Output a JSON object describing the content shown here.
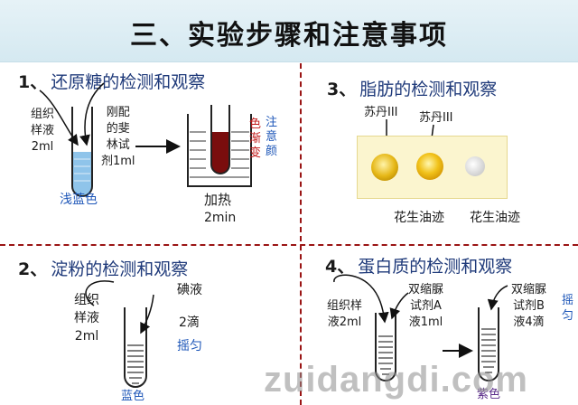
{
  "header": {
    "title": "三、实验步骤和注意事项"
  },
  "sections": [
    {
      "number": "1、",
      "title": "还原糖的检测和观察",
      "labels": {
        "tissue_sample": "组织\n样液\n2ml",
        "fehling_reagent": "刚配\n的斐\n林试\n剂1ml",
        "shallow_blue": "浅蓝色",
        "heating": "加热",
        "heating_time": "2min",
        "color_change_note_a": "注\n意\n颜",
        "color_change_note_b": "色\n渐\n变"
      }
    },
    {
      "number": "2、",
      "title": "淀粉的检测和观察",
      "labels": {
        "tissue_sample": "组织\n样液\n2ml",
        "iodine": "碘液",
        "drops": "2滴",
        "shake": "摇匀",
        "blue": "蓝色"
      }
    },
    {
      "number": "3、",
      "title": "脂肪的检测和观察",
      "labels": {
        "sudan_left": "苏丹III",
        "sudan_right": "苏丹III",
        "peanut_oil_left": "花生油迹",
        "peanut_oil_right": "花生油迹"
      }
    },
    {
      "number": "4、",
      "title": "蛋白质的检测和观察",
      "labels": {
        "tissue_sample": "组织样\n液2ml",
        "biuret_a": "双缩脲\n试剂A\n液1ml",
        "biuret_b": "双缩脲\n试剂B\n液4滴",
        "shake": "摇\n匀",
        "purple": "紫色"
      }
    }
  ],
  "watermark": "zuidangdi.com",
  "colors": {
    "divider": "#9a1414",
    "title_blue": "#1f3a7a",
    "label_blue": "#1d56b8",
    "label_red": "#c21818",
    "label_purple": "#5b2c8a",
    "liquid_blue": "#8fc4ea",
    "liquid_red": "#7a0d0d"
  }
}
